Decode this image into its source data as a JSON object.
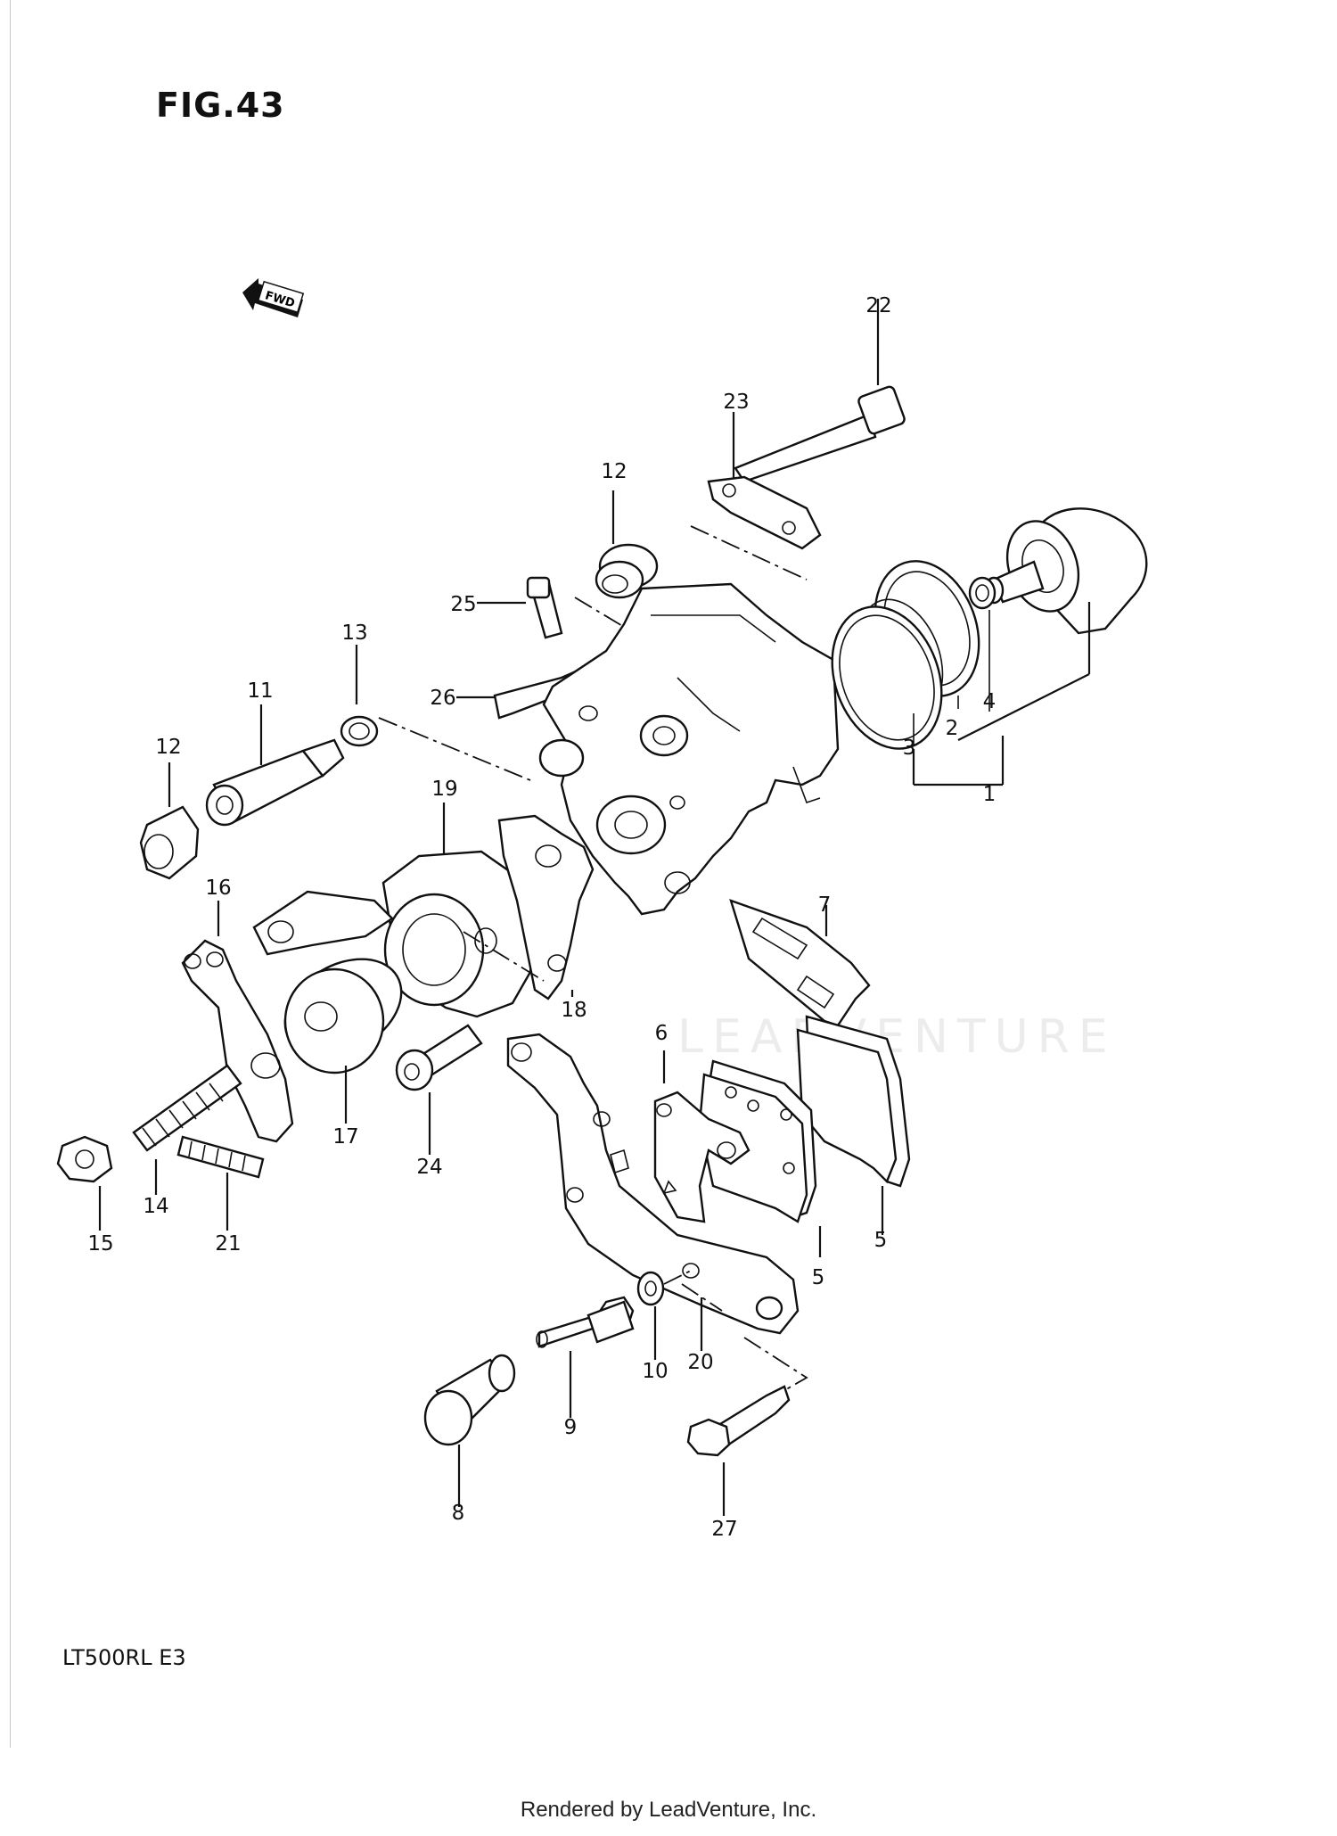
{
  "figure": {
    "title": "FIG.43",
    "model": "LT500RL  E3",
    "direction_marker": "FWD",
    "footer": "Rendered by LeadVenture, Inc.",
    "watermark": "LEADVENTURE"
  },
  "callouts": [
    "1",
    "2",
    "3",
    "4",
    "5",
    "5",
    "6",
    "7",
    "8",
    "9",
    "10",
    "11",
    "12",
    "12",
    "13",
    "14",
    "15",
    "16",
    "17",
    "18",
    "19",
    "20",
    "21",
    "22",
    "23",
    "24",
    "25",
    "26",
    "27"
  ]
}
